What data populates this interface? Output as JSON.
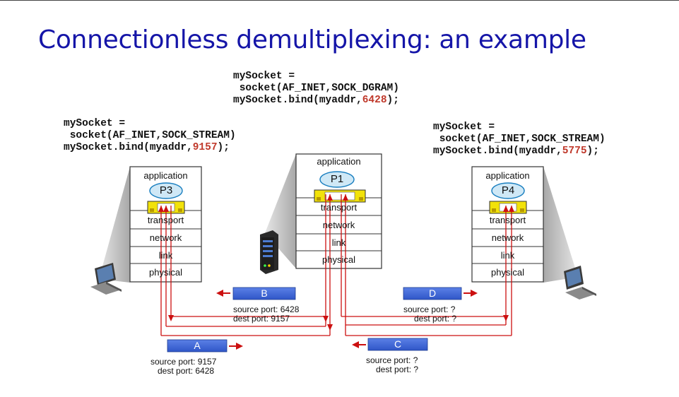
{
  "title": "Connectionless demultiplexing: an example",
  "code": {
    "server": {
      "line1": "mySocket =",
      "line2": " socket(AF_INET,SOCK_DGRAM)",
      "bind_prefix": "mySocket.bind(myaddr,",
      "port": "6428",
      "bind_suffix": ");"
    },
    "left_client": {
      "line1": "mySocket =",
      "line2": " socket(AF_INET,SOCK_STREAM)",
      "bind_prefix": "mySocket.bind(myaddr,",
      "port": "9157",
      "bind_suffix": ");"
    },
    "right_client": {
      "line1": "mySocket =",
      "line2": " socket(AF_INET,SOCK_STREAM)",
      "bind_prefix": "mySocket.bind(myaddr,",
      "port": "5775",
      "bind_suffix": ");"
    }
  },
  "stacks": {
    "left": {
      "app": "application",
      "process": "P3",
      "transport": "transport",
      "network": "network",
      "link": "link",
      "physical": "physical"
    },
    "server": {
      "app": "application",
      "process": "P1",
      "transport": "transport",
      "network": "network",
      "link": "link",
      "physical": "physical"
    },
    "right": {
      "app": "application",
      "process": "P4",
      "transport": "transport",
      "network": "network",
      "link": "link",
      "physical": "physical"
    }
  },
  "segments": {
    "A": {
      "label": "A",
      "source": "source port: 9157",
      "dest": "dest port: 6428"
    },
    "B": {
      "label": "B",
      "source": "source port: 6428",
      "dest": "dest port: 9157"
    },
    "C": {
      "label": "C",
      "source": "source port: ?",
      "dest": "dest port: ?"
    },
    "D": {
      "label": "D",
      "source": "source port: ?",
      "dest": "dest port: ?"
    }
  },
  "colors": {
    "title": "#1515a8",
    "port_highlight": "#c0392b",
    "segment_fill": "#3b62d6",
    "arrow": "#cc1010",
    "socket_yellow": "#f2e20a",
    "process_fill": "#cfe8f6"
  },
  "icons": [
    "desktop-computer-icon",
    "server-tower-icon",
    "desktop-computer-icon"
  ]
}
